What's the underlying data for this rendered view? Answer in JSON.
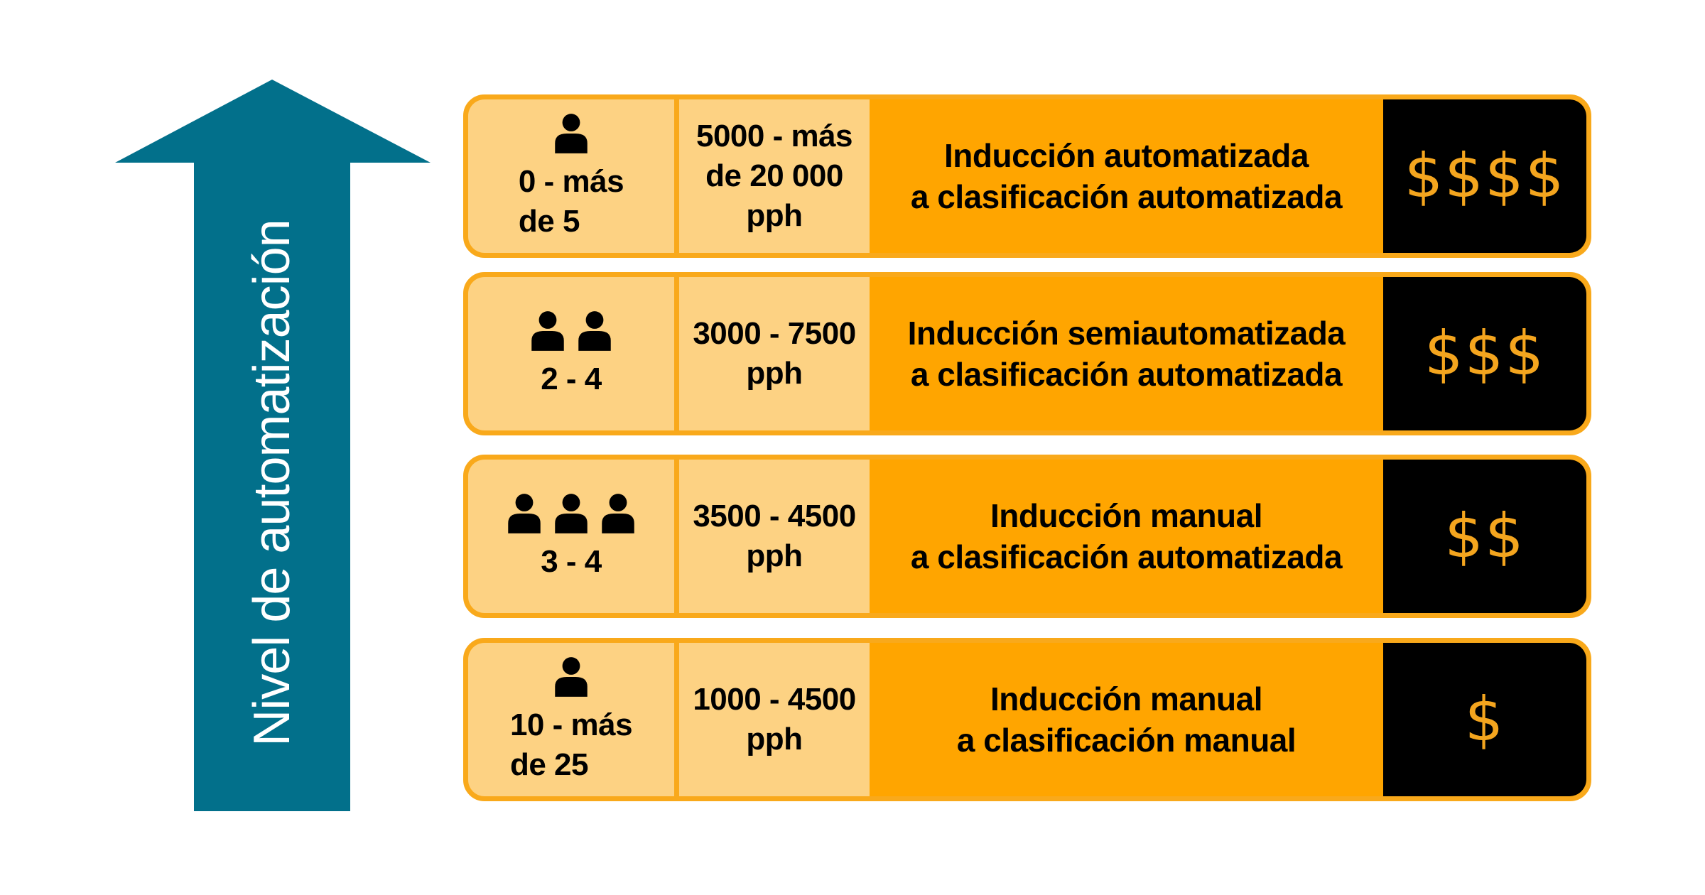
{
  "arrow": {
    "label": "Nivel de automatización",
    "color": "#02708B"
  },
  "colors": {
    "row_border": "#F9A91B",
    "row_light": "#FDD283",
    "row_main": "#FFA500",
    "cost_bg": "#000000",
    "cost_text": "#F4A51E"
  },
  "rows": [
    {
      "people_icon_count": 1,
      "workers": "0 - más\nde 5",
      "rate": "5000 - más\nde 20 000\npph",
      "description": "Inducción automatizada\na clasificación automatizada",
      "cost": "$$$$"
    },
    {
      "people_icon_count": 2,
      "workers": "2 - 4",
      "rate": "3000 - 7500\npph",
      "description": "Inducción semiautomatizada\na clasificación automatizada",
      "cost": "$$$"
    },
    {
      "people_icon_count": 3,
      "workers": "3 - 4",
      "rate": "3500 - 4500\npph",
      "description": "Inducción manual\na clasificación automatizada",
      "cost": "$$"
    },
    {
      "people_icon_count": 1,
      "workers": "10 - más\nde 25",
      "rate": "1000 - 4500\npph",
      "description": "Inducción manual\na clasificación manual",
      "cost": "$"
    }
  ]
}
